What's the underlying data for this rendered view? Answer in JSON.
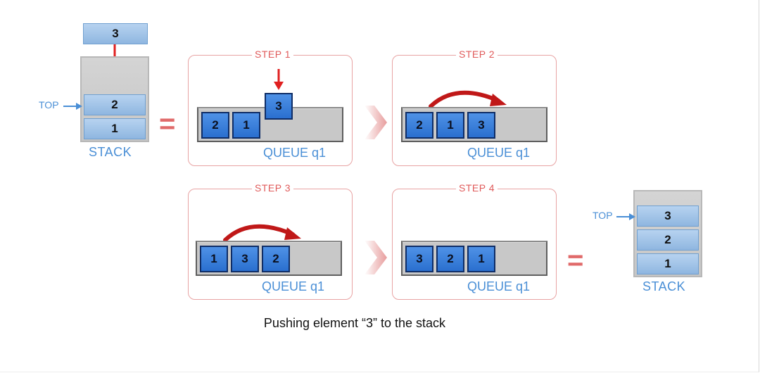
{
  "initial_stack": {
    "incoming": "3",
    "cells": [
      "2",
      "1"
    ],
    "top_label": "TOP",
    "label": "STACK"
  },
  "steps": [
    {
      "title": "STEP 1",
      "queue_values": [
        "2",
        "1"
      ],
      "incoming": "3",
      "queue_label": "QUEUE q1"
    },
    {
      "title": "STEP 2",
      "queue_values": [
        "2",
        "1",
        "3"
      ],
      "queue_label": "QUEUE q1"
    },
    {
      "title": "STEP 3",
      "queue_values": [
        "1",
        "3",
        "2"
      ],
      "queue_label": "QUEUE q1"
    },
    {
      "title": "STEP 4",
      "queue_values": [
        "3",
        "2",
        "1"
      ],
      "queue_label": "QUEUE q1"
    }
  ],
  "final_stack": {
    "cells": [
      "3",
      "2",
      "1"
    ],
    "top_label": "TOP",
    "label": "STACK"
  },
  "equals_sign": "=",
  "caption": "Pushing element “3” to the stack",
  "colors": {
    "stack_cell": "#a9c9ec",
    "queue_cell": "#3f82dd",
    "accent_red": "#e05a5a",
    "label_blue": "#4a8fd6"
  }
}
